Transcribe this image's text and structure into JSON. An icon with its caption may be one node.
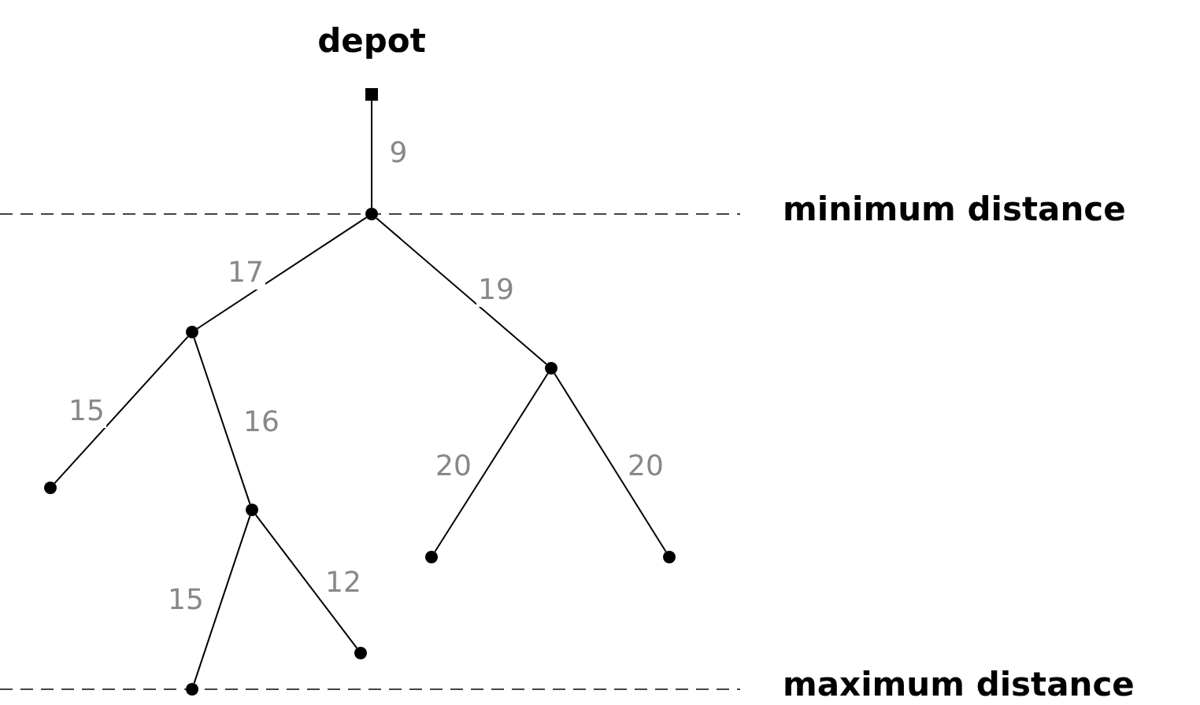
{
  "diagram": {
    "nodes": [
      {
        "text": [
          "depot"
        ]
      },
      {
        "text": [],
        "shape": "circle"
      },
      {
        "text": [],
        "shape": "circle"
      },
      {
        "text": [],
        "shape": "circle"
      },
      {
        "text": [],
        "shape": "circle"
      },
      {
        "text": [],
        "shape": "circle"
      },
      {
        "text": [],
        "shape": "circle"
      },
      {
        "text": [],
        "shape": "circle"
      },
      {
        "text": [],
        "shape": "circle"
      },
      {
        "text": [],
        "shape": "circle"
      }
    ],
    "edges": [
      {
        "from": 0,
        "to": 1,
        "arrow": "none",
        "label": "9"
      },
      {
        "from": 1,
        "to": 2,
        "arrow": "none",
        "label": "17"
      },
      {
        "from": 1,
        "to": 3,
        "arrow": "none",
        "label": "19"
      },
      {
        "from": 2,
        "to": 4,
        "arrow": "none",
        "label": "15"
      },
      {
        "from": 2,
        "to": 5,
        "arrow": "none",
        "label": "16"
      },
      {
        "from": 3,
        "to": 6,
        "arrow": "none",
        "label": "20"
      },
      {
        "from": 3,
        "to": 7,
        "arrow": "none",
        "label": "20"
      },
      {
        "from": 5,
        "to": 8,
        "arrow": "none",
        "label": "15"
      },
      {
        "from": 5,
        "to": 9,
        "arrow": "none",
        "label": "12"
      }
    ],
    "labels": [
      "minimum distance",
      "maximum distance"
    ]
  }
}
